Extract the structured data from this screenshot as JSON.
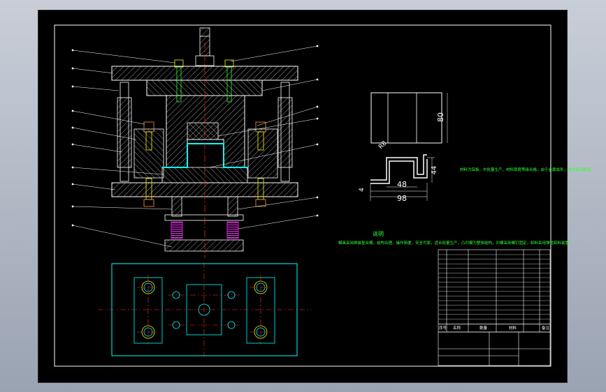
{
  "product": {
    "dim_height": "80",
    "dim_top_width": "48",
    "dim_overall_width": "98",
    "dim_flange": "44",
    "dim_radius": "R8",
    "dim_thickness": "4"
  },
  "notes": {
    "title": "说明",
    "tech_requirements": "材料为铝板，中批量生产，材料厚度等级合格，由于金属成形，要求保证精度。",
    "explanation": "模具采用倒装复合模，结构合理，操作简便，安全可靠，适合批量生产，凸凹模为整体结构，凹模采用螺钉固定，卸料采用弹性卸料装置。"
  },
  "title_block": {
    "header_labels": [
      "序号",
      "名称",
      "数量",
      "材料",
      "备注"
    ]
  },
  "colors": {
    "outline": "#ffffff",
    "section": "#00ffff",
    "green": "#33ff33",
    "yellow": "#ffff00",
    "red": "#ff3030",
    "magenta": "#ff33ff",
    "orange": "#ff9933"
  }
}
